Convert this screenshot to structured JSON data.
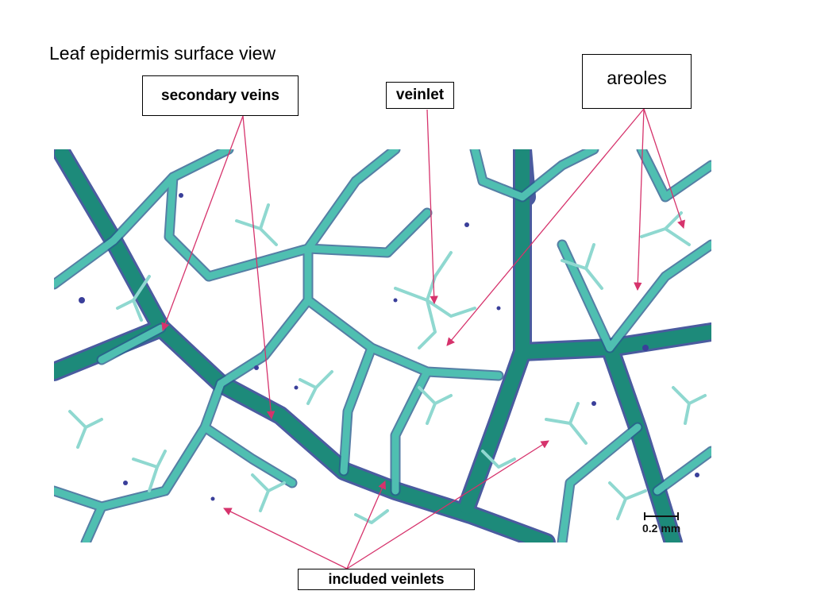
{
  "title": "Leaf epidermis surface view",
  "labels": {
    "secondary_veins": "secondary veins",
    "veinlet": "veinlet",
    "areoles": "areoles",
    "included_veinlets": "included veinlets"
  },
  "scale_bar": {
    "label": "0.2 mm"
  },
  "colors": {
    "vein_dark": "#1d8a7a",
    "vein_light": "#7fd6cc",
    "vein_edge": "#2b3f8f",
    "arrow": "#d6336c",
    "background": "#ffffff"
  }
}
